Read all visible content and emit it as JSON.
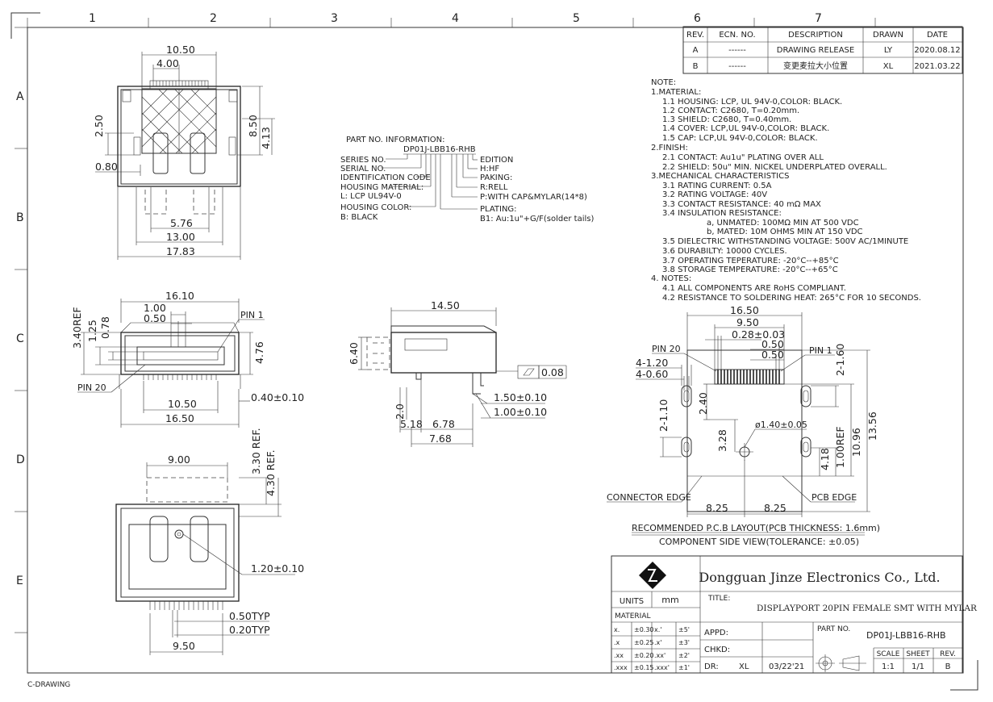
{
  "frame": {
    "top_zone_numbers": [
      "1",
      "2",
      "3",
      "4",
      "5",
      "6",
      "7"
    ],
    "side_zone_letters": [
      "A",
      "B",
      "C",
      "D",
      "E"
    ],
    "bottom_label": "C-DRAWING"
  },
  "revision_table": {
    "headers": [
      "REV.",
      "ECN. NO.",
      "DESCRIPTION",
      "DRAWN",
      "DATE"
    ],
    "rows": [
      [
        "A",
        "------",
        "DRAWING RELEASE",
        "LY",
        "2020.08.12"
      ],
      [
        "B",
        "------",
        "变更麦拉大小位置",
        "XL",
        "2021.03.22"
      ]
    ]
  },
  "notes": [
    "NOTE:",
    "1.MATERIAL:",
    "1.1 HOUSING: LCP, UL 94V-0,COLOR: BLACK.",
    "1.2 CONTACT: C2680, T=0.20mm.",
    "1.3 SHIELD: C2680, T=0.40mm.",
    "1.4 COVER: LCP,UL 94V-0,COLOR: BLACK.",
    "1.5 CAP: LCP,UL 94V-0,COLOR: BLACK.",
    "2.FINISH:",
    "2.1 CONTACT: Au1u\" PLATING OVER ALL",
    "2.2 SHIELD: 50u\" MIN. NICKEL UNDERPLATED OVERALL.",
    "3.MECHANICAL CHARACTERISTICS",
    "3.1 RATING CURRENT: 0.5A",
    "3.2 RATING VOLTAGE: 40V",
    "3.3 CONTACT RESISTANCE: 40 mΩ MAX",
    "3.4 INSULATION RESISTANCE:",
    "a, UNMATED: 100MΩ MIN AT 500 VDC",
    "b, MATED:     10M OHMS MIN AT 150 VDC",
    "3.5 DIELECTRIC WITHSTANDING VOLTAGE: 500V AC/1MINUTE",
    "3.6 DURABILTY: 10000 CYCLES.",
    "3.7 OPERATING TEPERATURE: -20°C--+85°C",
    "3.8 STORAGE TEMPERATURE: -20°C--+65°C",
    "4. NOTES:",
    "4.1 ALL COMPONENTS ARE RoHS COMPLIANT.",
    "4.2 RESISTANCE TO SOLDERING HEAT: 265°C FOR 10 SECONDS."
  ],
  "part_info": {
    "heading": "PART NO. INFORMATION:",
    "part_code": "DP01J-LBB16-RHB",
    "left_labels": [
      "SERIES NO.",
      "SERIAL NO.",
      "IDENTIFICATION CODE",
      "HOUSING MATERIAL:",
      "L: LCP UL94V-0",
      "HOUSING COLOR:",
      "B: BLACK"
    ],
    "right_labels": [
      "EDITION",
      "H:HF",
      "PAKING:",
      "R:RELL",
      "P:WITH CAP&MYLAR(14*8)",
      "PLATING:",
      "B1: Au:1u\"+G/F(solder tails)"
    ]
  },
  "top_view_dims": [
    "10.50",
    "4.00",
    "2.50",
    "8.50",
    "4.13",
    "0.80",
    "5.76",
    "13.00",
    "17.83"
  ],
  "front_view_dims": [
    "16.10",
    "1.00",
    "0.50",
    "3.40REF",
    "1.25",
    "0.78",
    "PIN 1",
    "4.76",
    "PIN 20",
    "10.50",
    "0.40±0.10",
    "16.50"
  ],
  "side_view_dims": [
    "14.50",
    "6.40",
    "0.08",
    "1.50±0.10",
    "1.00±0.10",
    "2.0",
    "5.18",
    "6.78",
    "7.68"
  ],
  "bottom_view_dims": [
    "9.00",
    "3.30 REF.",
    "4.30 REF.",
    "1.20±0.10",
    "0.50TYP",
    "0.20TYP",
    "9.50"
  ],
  "pcb_dims": [
    "16.50",
    "9.50",
    "0.28±0.03",
    "0.50",
    "0.50",
    "PIN 20",
    "PIN 1",
    "4-1.20",
    "4-0.60",
    "2-1.60",
    "2-1.10",
    "2.40",
    "ø1.40±0.05",
    "3.28",
    "1.00REF",
    "10.96",
    "13.56",
    "4.18",
    "CONNECTOR EDGE",
    "PCB EDGE",
    "8.25",
    "8.25"
  ],
  "pcb_caption": {
    "line1": "RECOMMENDED P.C.B LAYOUT(PCB THICKNESS: 1.6mm)",
    "line2": "COMPONENT SIDE VIEW(TOLERANCE: ±0.05)"
  },
  "title_block": {
    "company": "Dongguan Jinze Electronics Co., Ltd.",
    "units_label": "UNITS",
    "units_value": "mm",
    "material_label": "MATERIAL",
    "title_label": "TITLE:",
    "title_value": "DISPLAYPORT 20PIN FEMALE SMT  WITH MYLAR",
    "tolerances": [
      [
        "x.",
        "±0.30",
        "x.'",
        "±5'"
      ],
      [
        ".x",
        "±0.25",
        ".x'",
        "±3'"
      ],
      [
        ".xx",
        "±0.20",
        ".xx'",
        "±2'"
      ],
      [
        ".xxx",
        "±0.15",
        ".xxx'",
        "±1'"
      ]
    ],
    "appd_label": "APPD:",
    "chkd_label": "CHKD:",
    "dr_label": "DR:",
    "dr_value": "XL",
    "date_value": "03/22'21",
    "part_no_label": "PART NO.",
    "part_no_value": "DP01J-LBB16-RHB",
    "scale_label": "SCALE",
    "sheet_label": "SHEET",
    "rev_label": "REV.",
    "scale_value": "1:1",
    "sheet_value": "1/1",
    "rev_value": "B"
  }
}
